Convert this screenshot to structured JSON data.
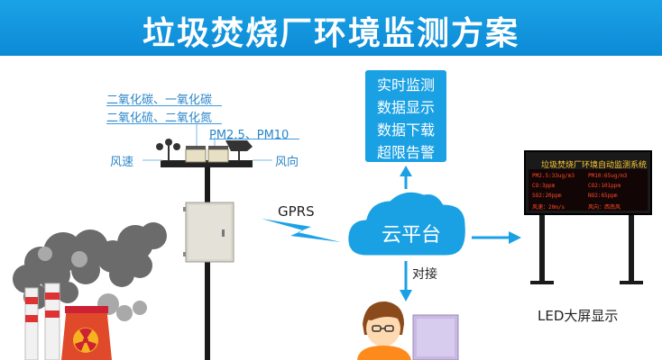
{
  "banner": {
    "title": "垃圾焚烧厂环境监测方案"
  },
  "sensors": {
    "gas_line1": "二氧化碳、一氧化碳",
    "gas_line2": "二氧化硫、二氧化氮",
    "pm_label": "PM2.5、PM10",
    "wind_speed": "风速",
    "wind_direction": "风向"
  },
  "link": {
    "gprs": "GPRS",
    "dock": "对接"
  },
  "cloud": {
    "label": "云平台"
  },
  "features": [
    "实时监测",
    "数据显示",
    "数据下载",
    "超限告警"
  ],
  "led": {
    "title": "垃圾焚烧厂环境自动监测系统",
    "rows": [
      [
        "PM2.5:33ug/m3",
        "PM10:65ug/m3"
      ],
      [
        "CO:3ppm",
        "CO2:101ppm"
      ],
      [
        "SO2:20ppm",
        "NO2:65ppm"
      ],
      [
        "风速：20m/s",
        "风向：西南风"
      ]
    ],
    "caption": "LED大屏显示"
  },
  "colors": {
    "banner": "#1ba2e6",
    "accent": "#1aa1e4",
    "led_text": "#ff4a2a"
  }
}
